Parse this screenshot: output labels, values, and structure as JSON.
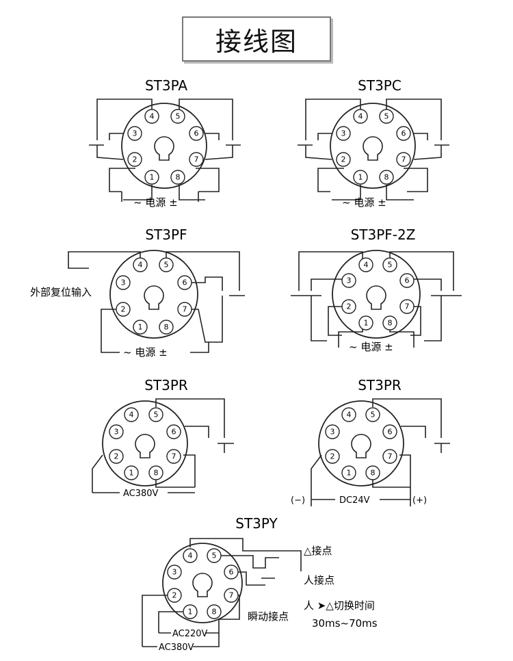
{
  "title": "接线图",
  "diagrams": {
    "st3pa": {
      "model": "ST3PA",
      "pins": [
        "①",
        "②",
        "③",
        "④",
        "⑤",
        "⑥",
        "⑦",
        "⑧"
      ],
      "power": "~ 电源 ±"
    },
    "st3pc": {
      "model": "ST3PC",
      "power": "~ 电源 ±"
    },
    "st3pf": {
      "model": "ST3PF",
      "power": "~ 电源 ±",
      "reset_label": "外部复位输入"
    },
    "st3pf2z": {
      "model": "ST3PF-2Z",
      "power": "~ 电源 ±"
    },
    "st3pr_ac": {
      "model": "ST3PR",
      "supply": "AC380V"
    },
    "st3pr_dc": {
      "model": "ST3PR",
      "supply": "DC24V",
      "neg": "(−)",
      "pos": "(+)"
    },
    "st3py": {
      "model": "ST3PY",
      "supply_low": "AC220V",
      "supply_high": "AC380V",
      "delta_contact": "△接点",
      "star_contact": "人接点",
      "instant_contact": "瞬动接点",
      "switch_label": "人 ➤△切换时间",
      "switch_time": "30ms~70ms"
    }
  }
}
